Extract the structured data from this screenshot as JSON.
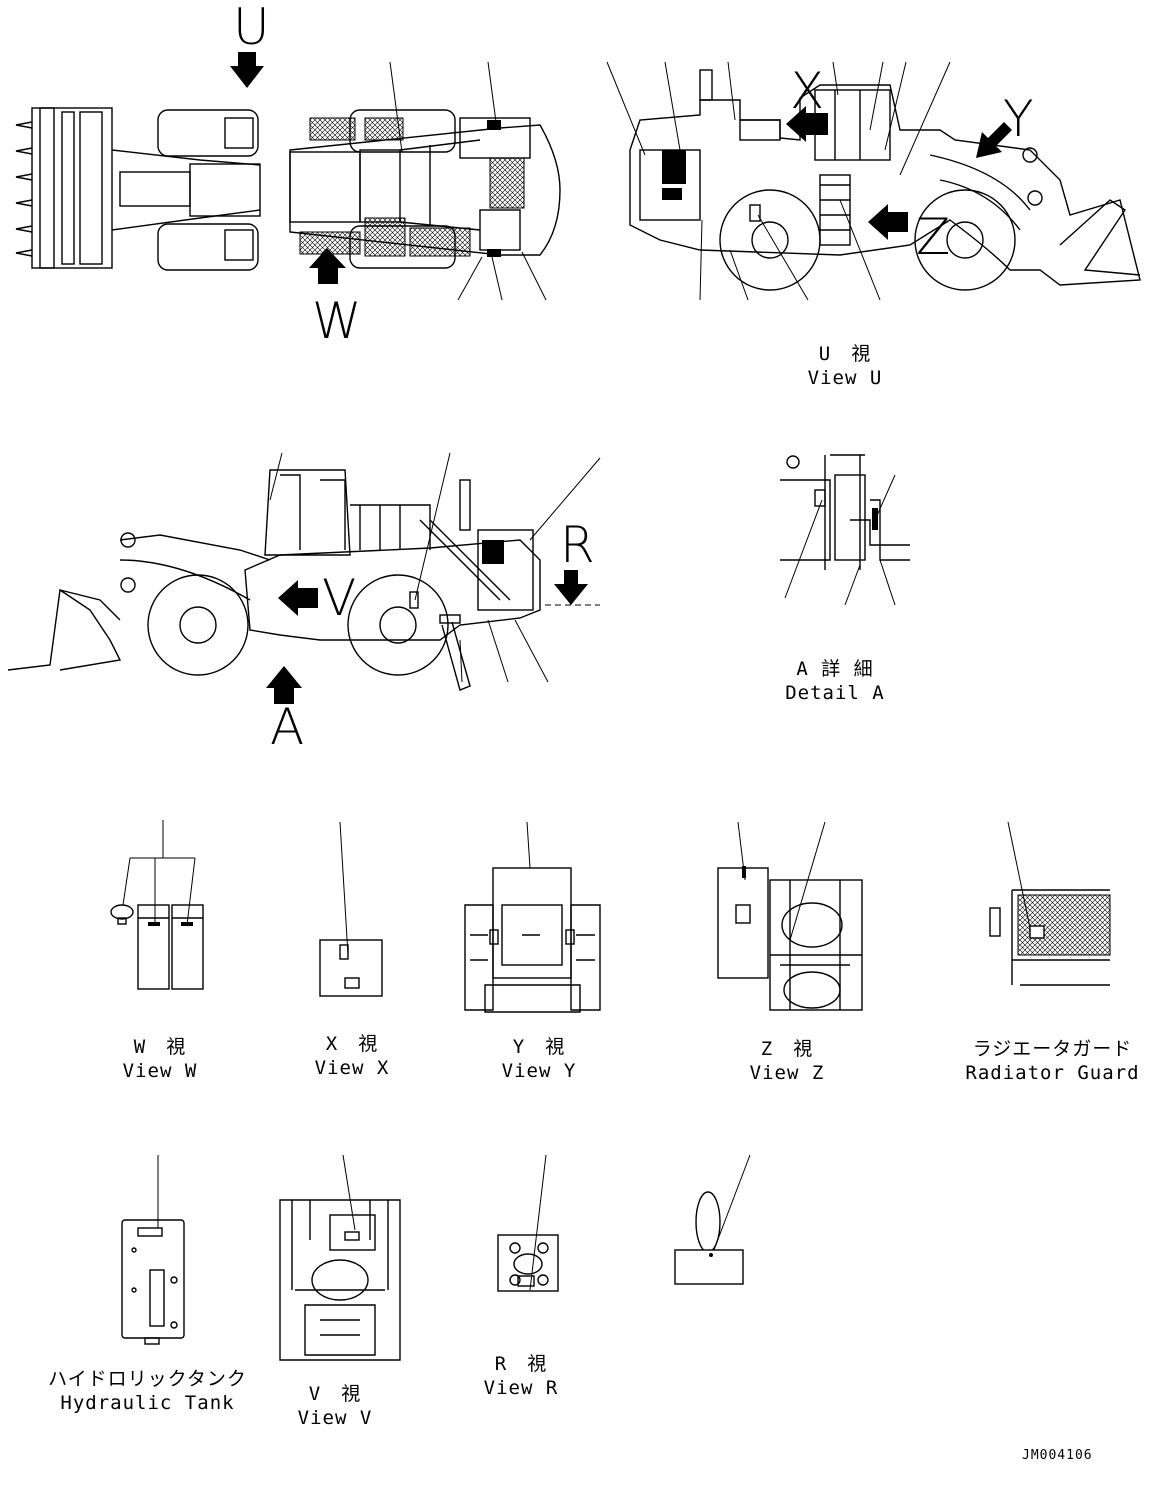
{
  "arrow_letters": {
    "u": "U",
    "w": "W",
    "x": "X",
    "y": "Y",
    "z": "Z",
    "r": "R",
    "v": "V",
    "a": "A"
  },
  "views": {
    "view_u": {
      "jp": "U　視",
      "en": "View U"
    },
    "detail_a": {
      "jp": "A 詳 細",
      "en": "Detail A"
    },
    "view_w": {
      "jp": "W　視",
      "en": "View W"
    },
    "view_x": {
      "jp": "X　視",
      "en": "View X"
    },
    "view_y": {
      "jp": "Y　視",
      "en": "View Y"
    },
    "view_z": {
      "jp": "Z　視",
      "en": "View Z"
    },
    "radiator_guard": {
      "jp": "ラジエータガード",
      "en": "Radiator Guard"
    },
    "hydraulic_tank": {
      "jp": "ハイドロリックタンク",
      "en": "Hydraulic Tank"
    },
    "view_v": {
      "jp": "V　視",
      "en": "View V"
    },
    "view_r": {
      "jp": "R　視",
      "en": "View R"
    }
  },
  "drawing_code": "JM004106"
}
